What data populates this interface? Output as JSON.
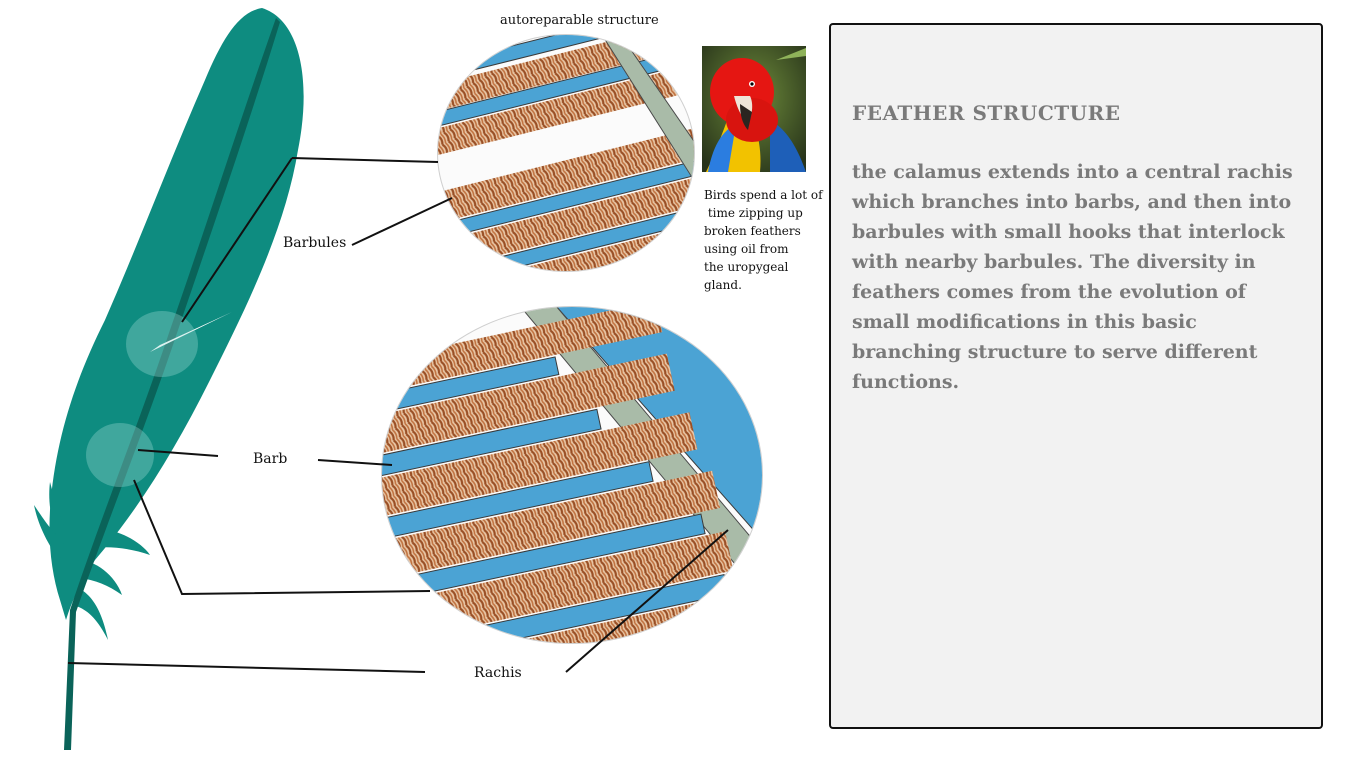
{
  "labels": {
    "autoreparable": "autoreparable structure",
    "barbules": "Barbules",
    "barb": "Barb",
    "rachis": "Rachis"
  },
  "caption": {
    "lines": [
      "Birds spend a lot of",
      " time zipping up",
      "broken feathers",
      "using oil from",
      "the uropygeal",
      "gland."
    ]
  },
  "panel": {
    "title": "FEATHER STRUCTURE",
    "body": "the calamus extends into a central rachis which branches into barbs, and then into barbules with small hooks that interlock with nearby barbules. The diversity in feathers comes from the evolution of small modifications in this basic branching structure to serve different functions."
  },
  "colors": {
    "feather": "#0e8c80",
    "rachis_shaft": "#0a6359",
    "barb_blue": "#4ba3d4",
    "barbule_brown": "#a3572c",
    "rachis_gray": "#a9bba8",
    "panel_bg": "#f2f2f2",
    "panel_text": "#7a7a7a"
  }
}
